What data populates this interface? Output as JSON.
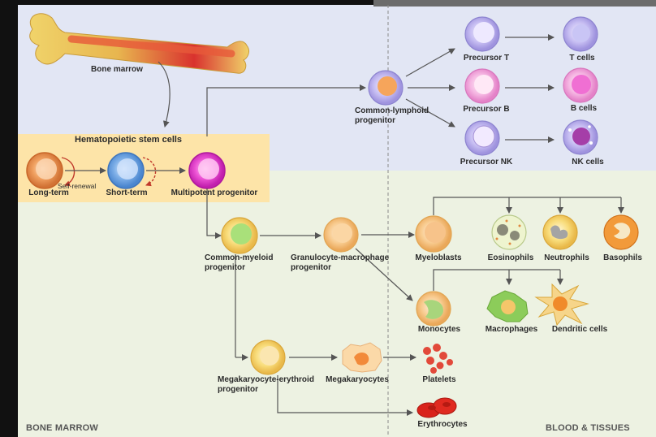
{
  "regions": {
    "left": "BONE MARROW",
    "right": "BLOOD & TISSUES"
  },
  "bone": {
    "label": "Bone marrow"
  },
  "hsc": {
    "title": "Hematopoietic stem cells",
    "self_renewal": "Self-renewal",
    "long_term": "Long-term",
    "short_term": "Short-term",
    "multipotent": "Multipotent progenitor"
  },
  "lymphoid": {
    "progenitor": [
      "Common-lymphoid",
      "progenitor"
    ],
    "precursor_t": "Precursor T",
    "precursor_b": "Precursor B",
    "precursor_nk": "Precursor NK",
    "t_cells": "T cells",
    "b_cells": "B cells",
    "nk_cells": "NK cells"
  },
  "myeloid": {
    "progenitor": [
      "Common-myeloid",
      "progenitor"
    ],
    "gm_progenitor": [
      "Granulocyte-macrophage",
      "progenitor"
    ],
    "myeloblasts": "Myeloblasts",
    "eosinophils": "Eosinophils",
    "neutrophils": "Neutrophils",
    "basophils": "Basophils",
    "monocytes": "Monocytes",
    "macrophages": "Macrophages",
    "dendritic": "Dendritic cells",
    "mep": [
      "Megakaryocyte-erythroid",
      "progenitor"
    ],
    "megakaryocytes": "Megakaryocytes",
    "platelets": "Platelets",
    "erythrocytes": "Erythrocytes"
  }
}
